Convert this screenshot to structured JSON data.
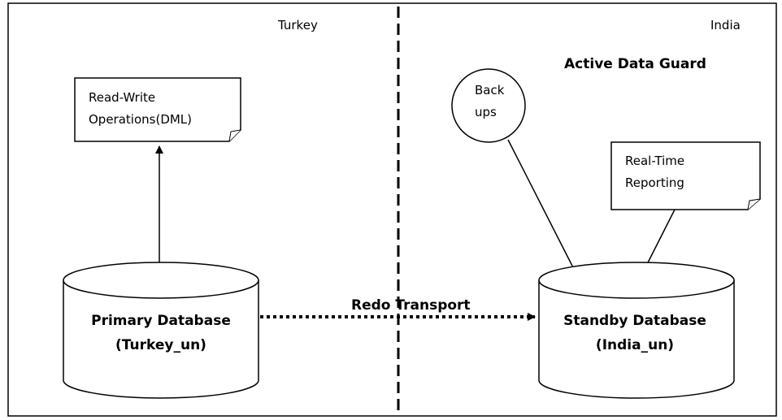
{
  "regions": {
    "left": "Turkey",
    "right": "India"
  },
  "active_data_guard": "Active Data Guard",
  "notes": {
    "read_write": [
      "Read-Write",
      "Operations(DML)"
    ],
    "real_time": [
      "Real-Time",
      "Reporting"
    ]
  },
  "backups": [
    "Back",
    "ups"
  ],
  "primary_db": [
    "Primary Database",
    "(Turkey_un)"
  ],
  "standby_db": [
    "Standby Database",
    "(India_un)"
  ],
  "transport": "Redo Transport"
}
